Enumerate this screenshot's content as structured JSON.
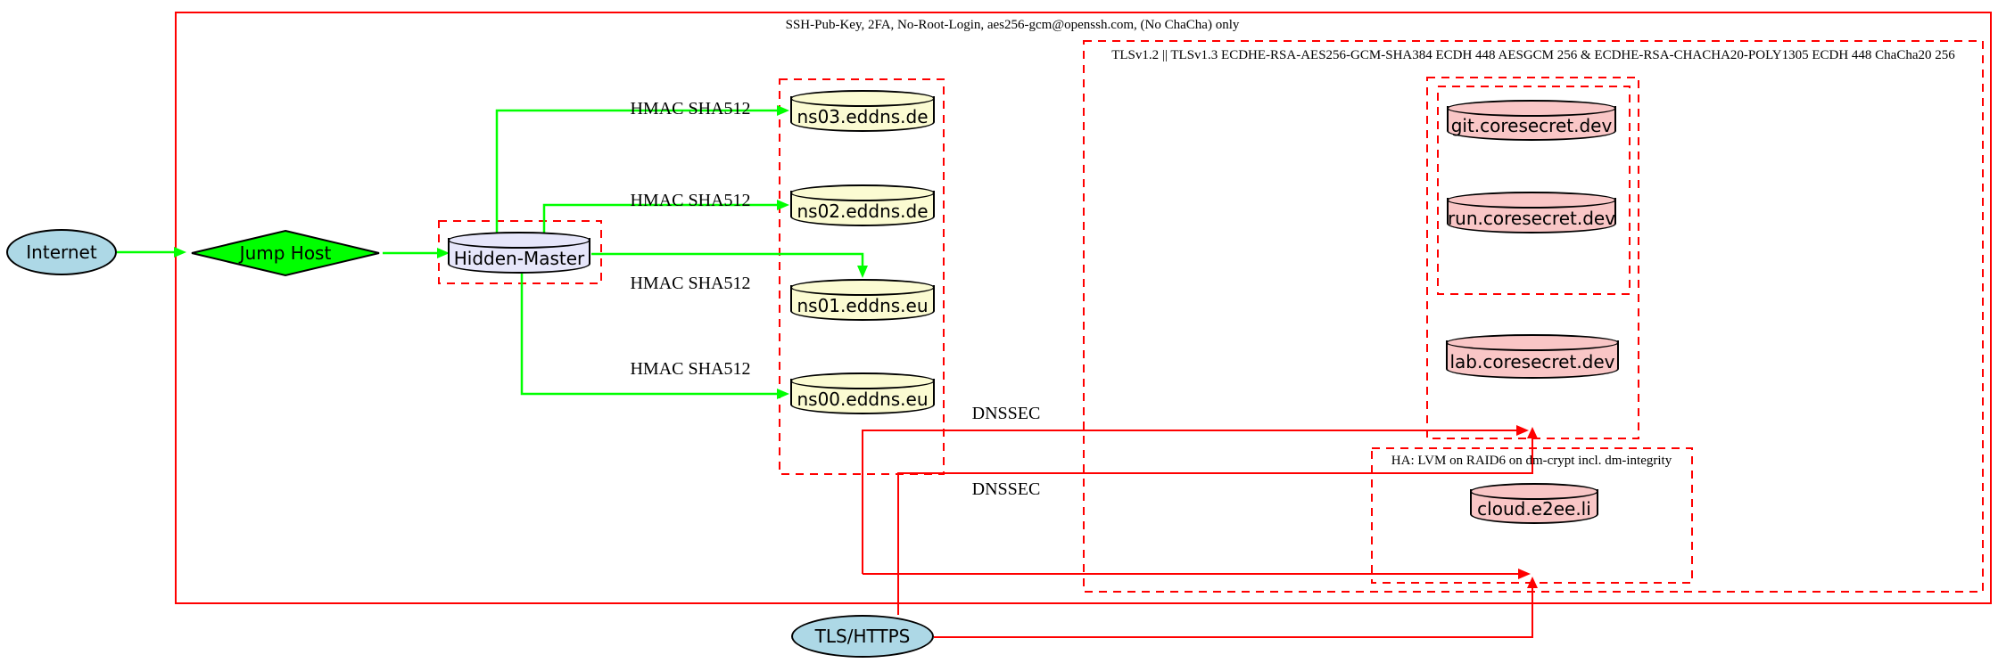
{
  "diagram": {
    "outer_box_label": "SSH-Pub-Key, 2FA, No-Root-Login, aes256-gcm@openssh.com, (No ChaCha) only",
    "tls_cluster_label": "TLSv1.2 || TLSv1.3 ECDHE-RSA-AES256-GCM-SHA384 ECDH 448 AESGCM 256 & ECDHE-RSA-CHACHA20-POLY1305 ECDH 448 ChaCha20 256",
    "ha_cluster_label": "HA: LVM on RAID6 on dm-crypt incl. dm-integrity",
    "nodes": {
      "internet": "Internet",
      "jump_host": "Jump Host",
      "hidden_master": "Hidden-Master",
      "ns03": "ns03.eddns.de",
      "ns02": "ns02.eddns.de",
      "ns01": "ns01.eddns.eu",
      "ns00": "ns00.eddns.eu",
      "git": "git.coresecret.dev",
      "run": "run.coresecret.dev",
      "lab": "lab.coresecret.dev",
      "cloud": "cloud.e2ee.li",
      "tls_https": "TLS/HTTPS"
    },
    "edge_labels": {
      "hmac_ns03": "HMAC SHA512",
      "hmac_ns02": "HMAC SHA512",
      "hmac_ns01": "HMAC SHA512",
      "hmac_ns00": "HMAC SHA512",
      "dnssec_upper": "DNSSEC",
      "dnssec_lower": "DNSSEC"
    },
    "colors": {
      "red": "#ff0000",
      "green": "#00ff00",
      "node-blue": "#add8e6",
      "node-lavender": "#e6e6fa",
      "node-yellow": "#fbfbd2",
      "node-pink": "#f9c6c6",
      "ink": "#000000"
    }
  }
}
